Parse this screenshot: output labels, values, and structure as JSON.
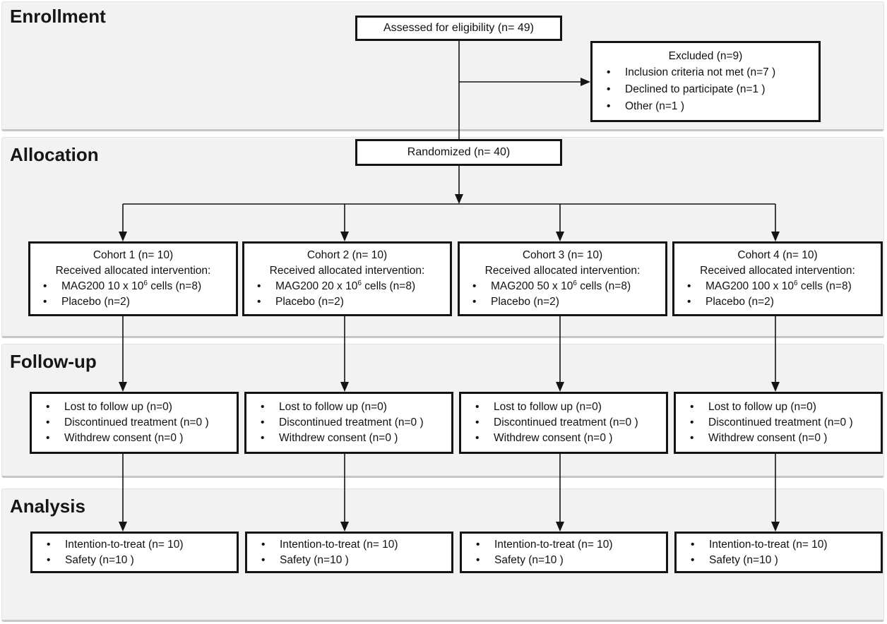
{
  "diagram": {
    "sections": [
      {
        "label": "Enrollment"
      },
      {
        "label": "Allocation"
      },
      {
        "label": "Follow-up"
      },
      {
        "label": "Analysis"
      }
    ],
    "assessed_label": "Assessed for eligibility (n= 49)",
    "excluded": {
      "title": "Excluded (n=9)",
      "bullets": [
        "Inclusion criteria not met (n=7 )",
        "Declined to participate (n=1 )",
        "Other (n=1 )"
      ]
    },
    "randomized_label": "Randomized (n= 40)",
    "cohorts": [
      {
        "title": "Cohort 1 (n= 10)",
        "subtitle": "Received allocated intervention:",
        "dose_pre": "MAG200 10 x 10",
        "dose_sup": "6",
        "dose_post": " cells (n=8)",
        "placebo": "Placebo (n=2)"
      },
      {
        "title": "Cohort 2 (n= 10)",
        "subtitle": "Received allocated intervention:",
        "dose_pre": "MAG200 20 x 10",
        "dose_sup": "6",
        "dose_post": " cells (n=8)",
        "placebo": "Placebo (n=2)"
      },
      {
        "title": "Cohort 3 (n= 10)",
        "subtitle": "Received allocated intervention:",
        "dose_pre": "MAG200 50 x 10",
        "dose_sup": "6",
        "dose_post": " cells (n=8)",
        "placebo": "Placebo (n=2)"
      },
      {
        "title": "Cohort 4 (n= 10)",
        "subtitle": "Received allocated intervention:",
        "dose_pre": "MAG200 100 x 10",
        "dose_sup": "6",
        "dose_post": " cells (n=8)",
        "placebo": "Placebo (n=2)"
      }
    ],
    "followup_box": {
      "bullets": [
        "Lost to follow up (n=0)",
        "Discontinued treatment (n=0 )",
        "Withdrew consent (n=0 )"
      ]
    },
    "analysis_box": {
      "bullets": [
        "Intention-to-treat (n= 10)",
        "Safety (n=10 )"
      ]
    },
    "colors": {
      "section_bg": "#f2f2f2",
      "section_edge": "#c6c6c6",
      "box_border": "#141414",
      "text": "#111111"
    }
  }
}
